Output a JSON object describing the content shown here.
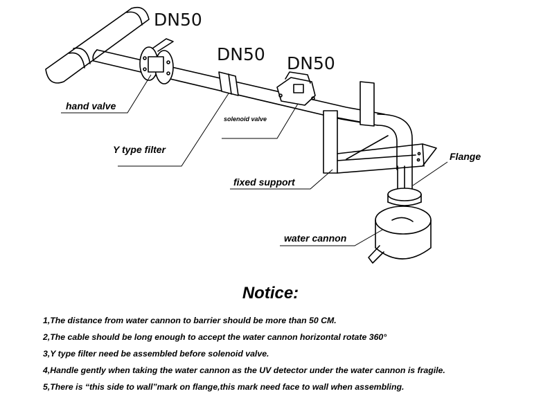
{
  "pipe_sizes": [
    "DN50",
    "DN50",
    "DN50"
  ],
  "labels": {
    "hand_valve": "hand valve",
    "solenoid_valve": "solenoid valve",
    "y_filter": "Y type filter",
    "fixed_support": "fixed support",
    "flange": "Flange",
    "water_cannon": "water cannon"
  },
  "notice": {
    "title": "Notice:",
    "items": [
      "1,The distance from water cannon to barrier should be more than  50 CM.",
      "2,The cable should be long enough to accept the water cannon horizontal rotate 360°",
      "3,Y type filter need be assembled before solenoid valve.",
      "4,Handle gently when taking the water cannon as the UV detector under the water cannon is fragile.",
      "5,There is “this side to wall”mark on flange,this mark need face to wall when assembling."
    ]
  }
}
